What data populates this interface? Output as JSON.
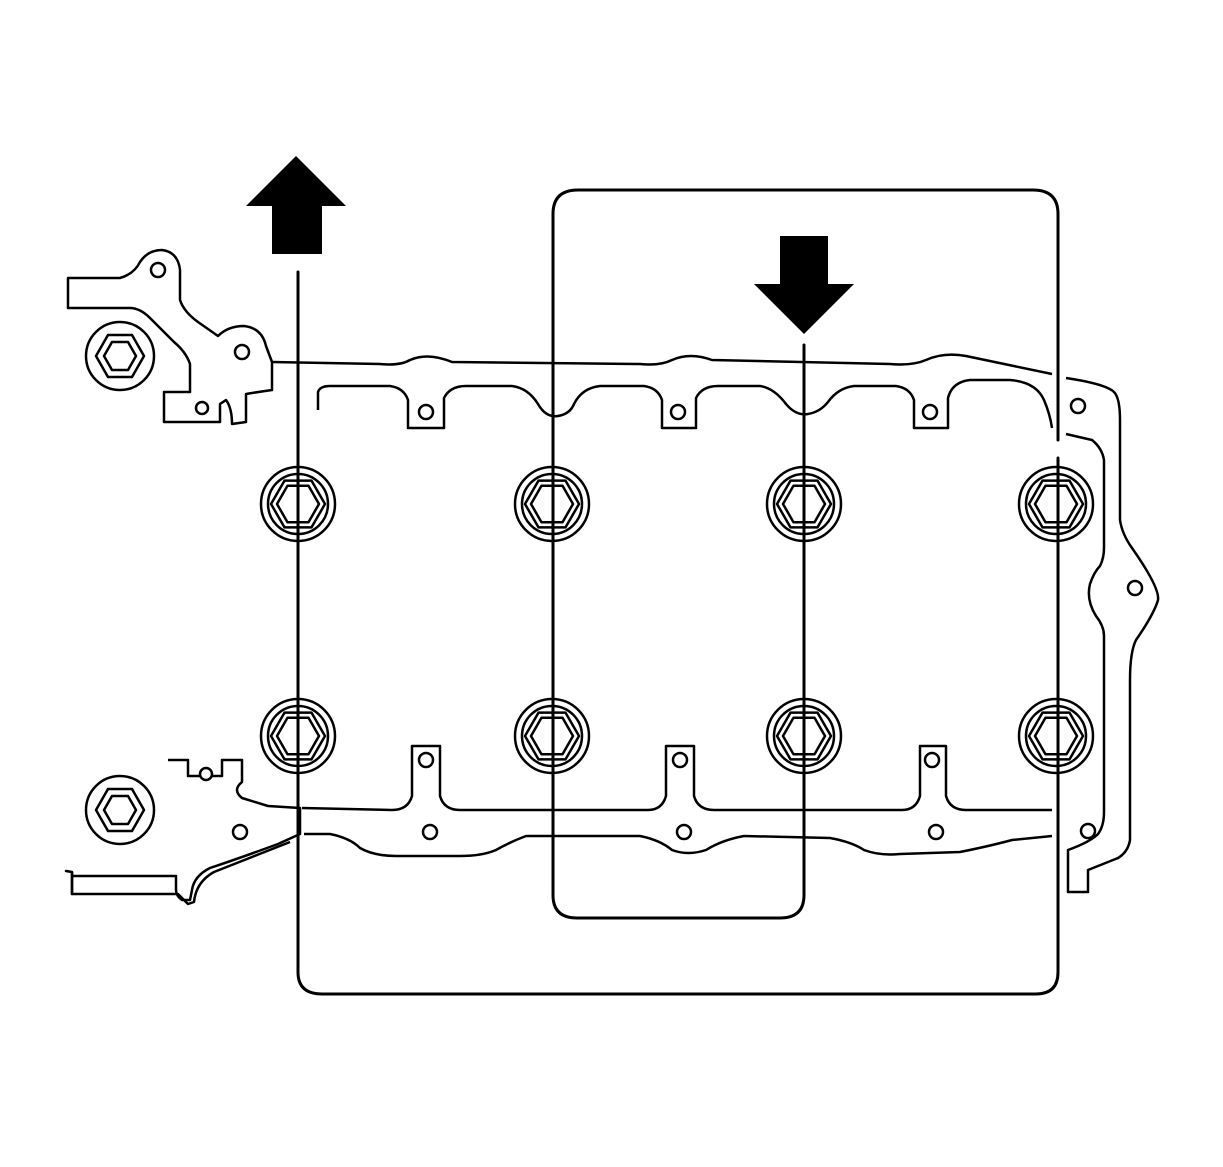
{
  "diagram": {
    "subject": "oil-pan-bedplate-gasket",
    "colors": {
      "line": "#000000",
      "background": "#ffffff",
      "arrow": "#000000"
    },
    "arrows": [
      {
        "name": "arrow-up-icon",
        "direction": "up"
      },
      {
        "name": "arrow-down-icon",
        "direction": "down"
      }
    ],
    "bolt_count": 8,
    "labels": []
  }
}
